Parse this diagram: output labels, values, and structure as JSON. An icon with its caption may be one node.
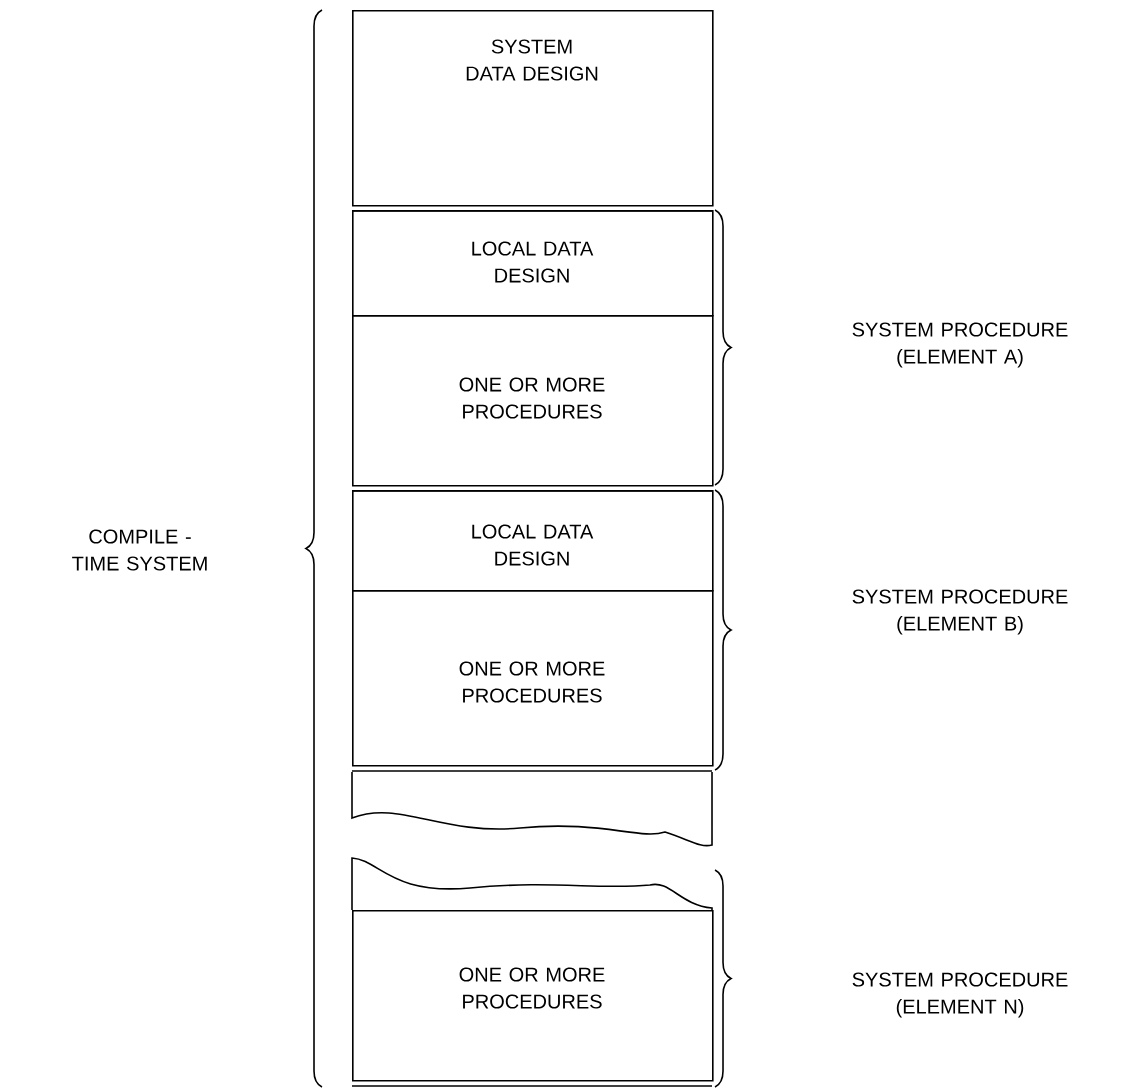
{
  "diagram": {
    "nodes": [
      {
        "text": [
          "SYSTEM DATA DESIGN"
        ]
      },
      {
        "text": [
          "LOCAL DATA DESIGN"
        ]
      },
      {
        "text": [
          "ONE OR MORE PROCEDURES"
        ]
      },
      {
        "text": [
          "LOCAL DATA DESIGN"
        ]
      },
      {
        "text": [
          "ONE OR MORE PROCEDURES"
        ]
      },
      {
        "text": [
          "ONE OR MORE PROCEDURES"
        ]
      }
    ],
    "labels": [
      "COMPILE - TIME SYSTEM",
      "SYSTEM PROCEDURE (ELEMENT A)",
      "SYSTEM PROCEDURE (ELEMENT B)",
      "SYSTEM PROCEDURE (ELEMENT N)"
    ]
  }
}
